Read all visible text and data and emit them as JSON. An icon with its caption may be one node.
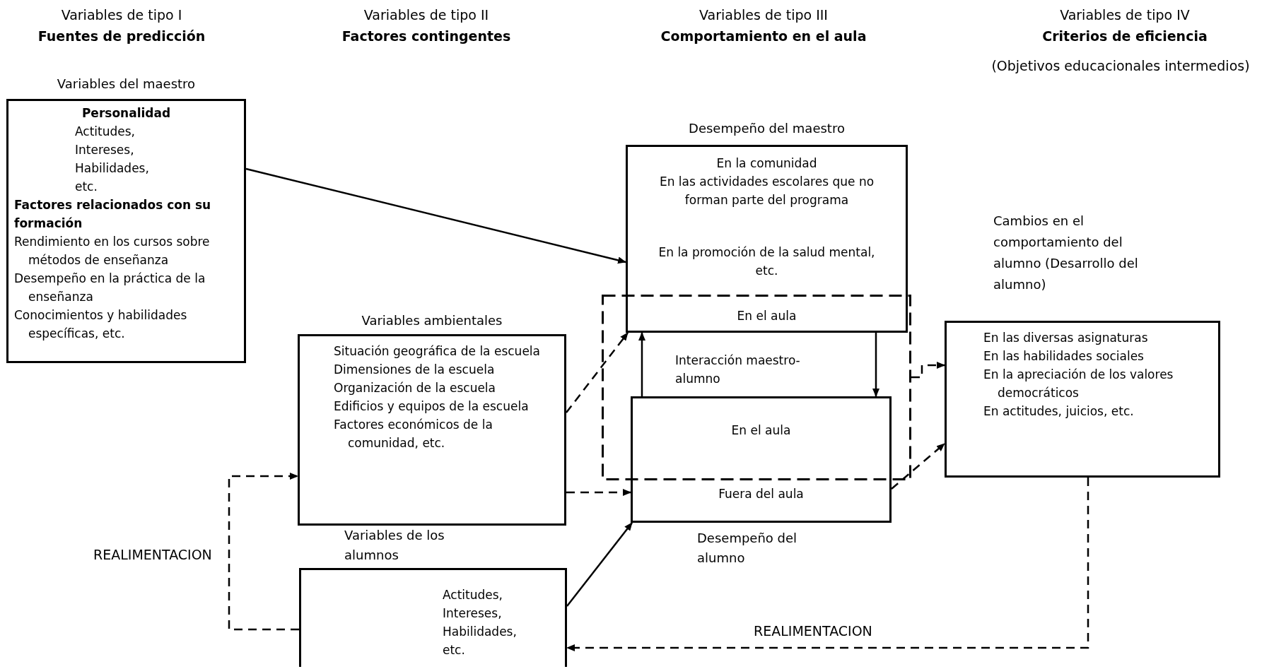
{
  "diagram": {
    "nodes": [
      {
        "text": [
          "Variables del maestro",
          "Personalidad",
          "Actitudes, Intereses, Habilidades, etc.",
          "Factores relacionados con su formación",
          "Rendimiento en los cursos sobre métodos de enseñanza",
          "Desempeño en la práctica de la enseñanza",
          "Conocimientos y habilidades específicas, etc."
        ]
      },
      {
        "text": [
          "Variables ambientales",
          "Situación geográfica de la escuela",
          "Dimensiones de la escuela",
          "Organización de la escuela",
          "Edificios y equipos de la escuela",
          "Factores económicos de la comunidad, etc."
        ]
      },
      {
        "text": [
          "Variables de los alumnos",
          "Actitudes, Intereses, Habilidades, etc."
        ]
      },
      {
        "text": [
          "Desempeño del maestro",
          "En la comunidad",
          "En las actividades escolares que no forman parte del programa",
          "En la promoción de la salud mental, etc.",
          "En el aula"
        ]
      },
      {
        "text": [
          "Interacción maestro-alumno"
        ]
      },
      {
        "text": [
          "En el aula",
          "Fuera del aula",
          "Desempeño del alumno"
        ]
      },
      {
        "text": [
          "Cambios en el comportamiento del alumno (Desarrollo del alumno)",
          "En las diversas asignaturas",
          "En las habilidades sociales",
          "En la apreciación de los valores democráticos",
          "En actitudes, juicios, etc."
        ]
      }
    ],
    "edges": [
      {
        "from": 0,
        "to": 3,
        "arrow": "to"
      },
      {
        "from": 1,
        "to": 3,
        "arrow": "to",
        "style": "dashed"
      },
      {
        "from": 1,
        "to": 5,
        "arrow": "to",
        "style": "dashed"
      },
      {
        "from": 2,
        "to": 5,
        "arrow": "to"
      },
      {
        "from": 5,
        "to": 3,
        "arrow": "to"
      },
      {
        "from": 3,
        "to": 5,
        "arrow": "to"
      },
      {
        "from": null,
        "to": 6,
        "arrow": "to",
        "style": "dashed"
      },
      {
        "from": 5,
        "to": 6,
        "arrow": "to",
        "style": "dashed"
      },
      {
        "from": 6,
        "to": 2,
        "arrow": "to",
        "style": "dashed",
        "label": "REALIMENTACION"
      },
      {
        "from": 2,
        "to": 1,
        "arrow": "to",
        "style": "dashed",
        "label": "REALIMENTACION"
      }
    ],
    "labels": [
      "Variables de tipo I",
      "Fuentes de predicción",
      "Variables de tipo II",
      "Factores contingentes",
      "Variables de tipo III",
      "Comportamiento en el aula",
      "Variables de tipo IV",
      "Criterios de eficiencia",
      "(Objetivos educacionales intermedios)"
    ]
  }
}
